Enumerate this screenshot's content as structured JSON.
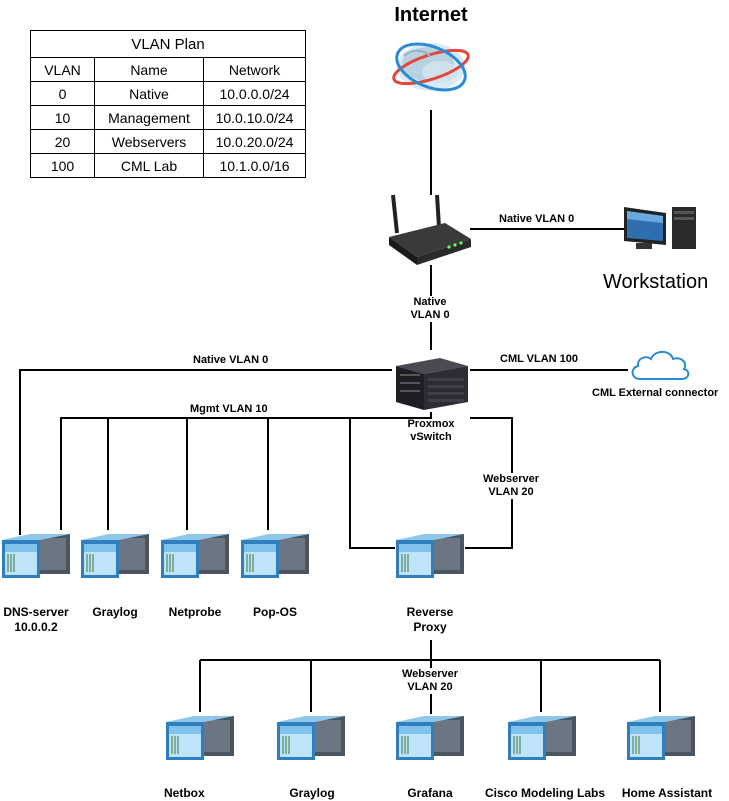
{
  "vlan_table": {
    "title": "VLAN Plan",
    "headers": [
      "VLAN",
      "Name",
      "Network"
    ],
    "rows": [
      [
        "0",
        "Native",
        "10.0.0.0/24"
      ],
      [
        "10",
        "Management",
        "10.0.10.0/24"
      ],
      [
        "20",
        "Webservers",
        "10.0.20.0/24"
      ],
      [
        "100",
        "CML Lab",
        "10.1.0.0/16"
      ]
    ]
  },
  "internet": {
    "label": "Internet"
  },
  "router": {
    "link_workstation": "Native VLAN 0",
    "link_down_1": "Native",
    "link_down_2": "VLAN 0"
  },
  "workstation": {
    "label": "Workstation"
  },
  "proxmox": {
    "label_1": "Proxmox",
    "label_2": "vSwitch",
    "link_cml": "CML VLAN 100",
    "link_native": "Native VLAN 0",
    "link_mgmt": "Mgmt VLAN 10",
    "link_web_1": "Webserver",
    "link_web_2": "VLAN 20"
  },
  "cml_connector": {
    "label": "CML External connector"
  },
  "vms_top": [
    {
      "label_1": "DNS-server",
      "label_2": "10.0.0.2"
    },
    {
      "label_1": "Graylog",
      "label_2": ""
    },
    {
      "label_1": "Netprobe",
      "label_2": ""
    },
    {
      "label_1": "Pop-OS",
      "label_2": ""
    }
  ],
  "reverse_proxy": {
    "label_1": "Reverse",
    "label_2": "Proxy",
    "link_web_1": "Webserver",
    "link_web_2": "VLAN 20"
  },
  "vms_bottom": [
    {
      "label": "Netbox"
    },
    {
      "label": "Graylog"
    },
    {
      "label": "Grafana"
    },
    {
      "label": "Cisco Modeling Labs"
    },
    {
      "label": "Home Assistant"
    }
  ],
  "colors": {
    "cloud_stroke": "#2a8ad4",
    "vm_blue": "#2f7fbf",
    "vm_light": "#bfe4fa",
    "server_dark": "#1e1e24"
  }
}
